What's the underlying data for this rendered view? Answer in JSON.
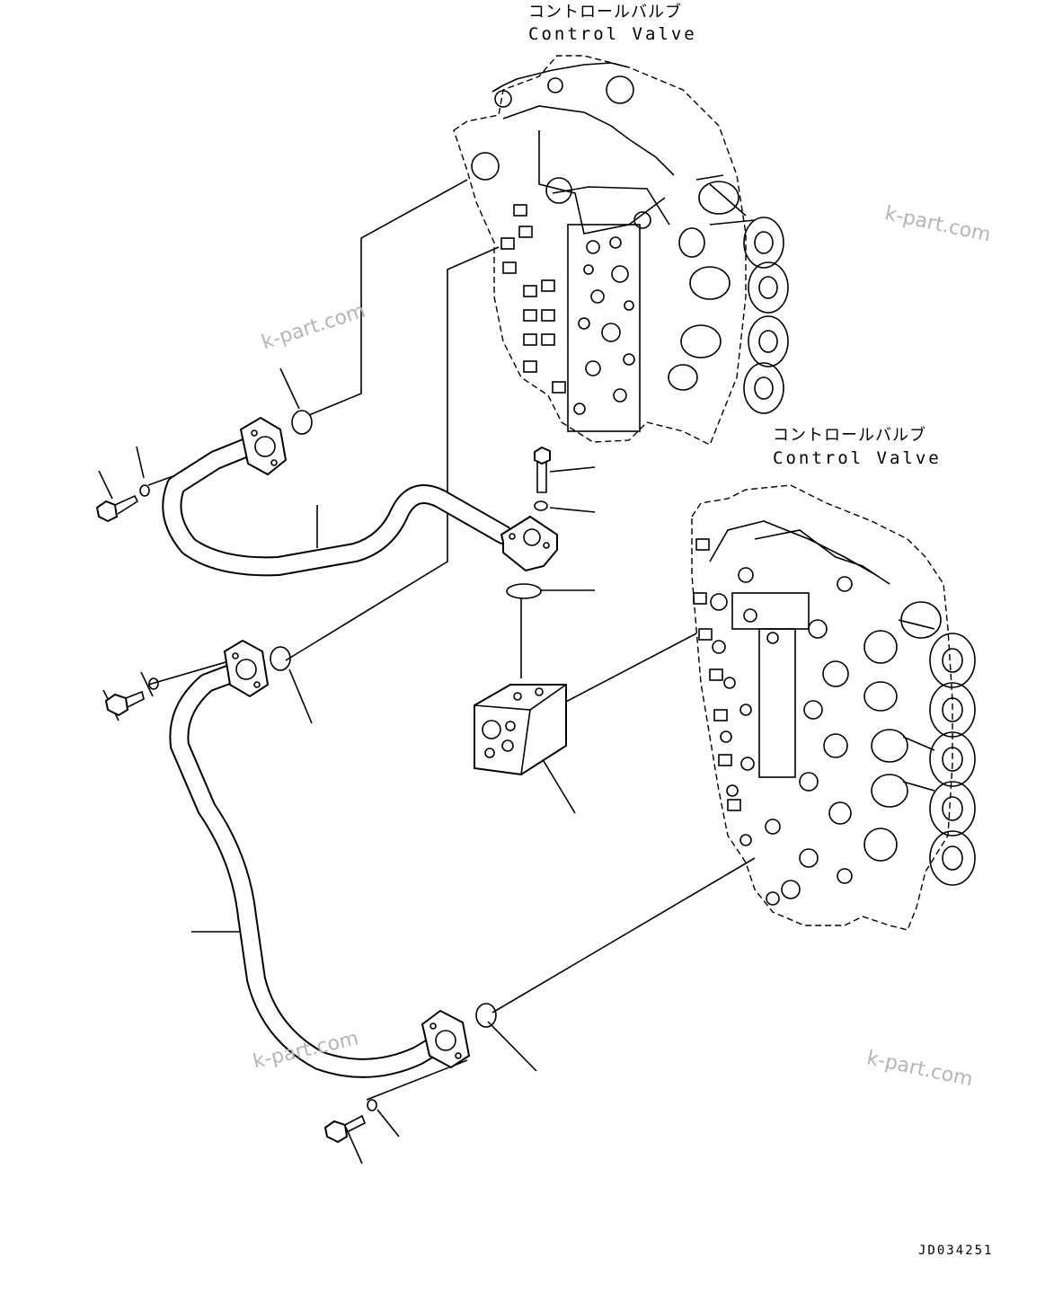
{
  "labels": {
    "valve_top_jp": "コントロールバルブ",
    "valve_top_en": "Control Valve",
    "valve_right_jp": "コントロールバルブ",
    "valve_right_en": "Control Valve"
  },
  "watermarks": {
    "wm1": "k-part.com",
    "wm2": "k-part.com",
    "wm3": "k-part.com",
    "wm4": "k-part.com"
  },
  "drawing_code": "JD034251"
}
